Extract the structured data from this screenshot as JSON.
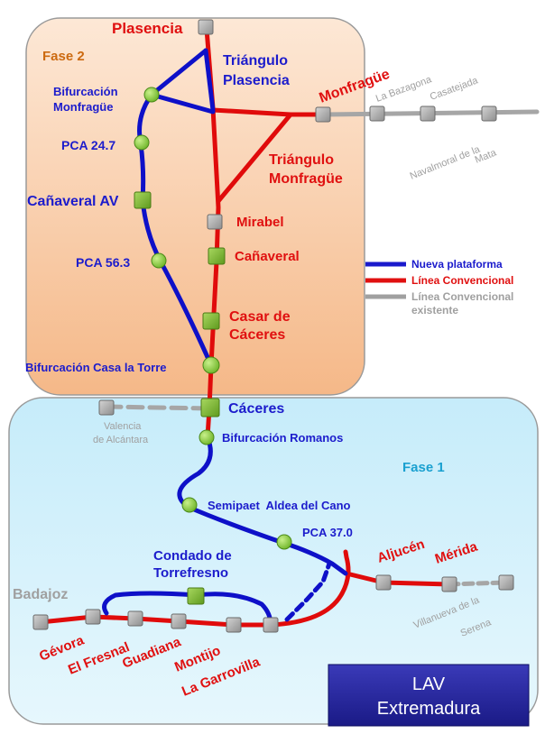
{
  "title_box": {
    "line1": "LAV",
    "line2": "Extremadura"
  },
  "phases": {
    "phase2": "Fase 2",
    "phase1": "Fase 1"
  },
  "legend": [
    {
      "label": "Nueva plataforma",
      "color": "#1a1acc"
    },
    {
      "label": "Línea Convencional",
      "color": "#e01010"
    },
    {
      "label": "Línea Convencional",
      "label2": "existente",
      "color": "#a0a0a0"
    }
  ],
  "labels": {
    "plasencia": "Plasencia",
    "triangulo_plasencia_1": "Triángulo",
    "triangulo_plasencia_2": "Plasencia",
    "bif_monfrague_1": "Bifurcación",
    "bif_monfrague_2": "Monfragüe",
    "monfrague": "Monfragüe",
    "la_bazagona": "La Bazagona",
    "casatejada": "Casatejada",
    "navalmoral_1": "Navalmoral de la",
    "navalmoral_2": "Mata",
    "pca_247": "PCA 24.7",
    "triangulo_monfrague_1": "Triángulo",
    "triangulo_monfrague_2": "Monfragüe",
    "canaveral_av": "Cañaveral AV",
    "mirabel": "Mirabel",
    "canaveral": "Cañaveral",
    "pca_563": "PCA 56.3",
    "casar_1": "Casar de",
    "casar_2": "Cáceres",
    "bif_casa_torre": "Bifurcación Casa la Torre",
    "caceres": "Cáceres",
    "valencia_1": "Valencia",
    "valencia_2": "de Alcántara",
    "bif_romanos": "Bifurcación Romanos",
    "semipaet": "Semipaet  Aldea del Cano",
    "pca_370": "PCA 37.0",
    "aljucen": "Aljucén",
    "merida": "Mérida",
    "condado_1": "Condado de",
    "condado_2": "Torrefresno",
    "badajoz": "Badajoz",
    "villanueva_1": "Villanueva de la",
    "villanueva_2": "Serena",
    "gevora": "Gévora",
    "el_fresnal": "El Fresnal",
    "guadiana": "Guadiana",
    "montijo": "Montijo",
    "la_garrovilla": "La Garrovilla"
  }
}
